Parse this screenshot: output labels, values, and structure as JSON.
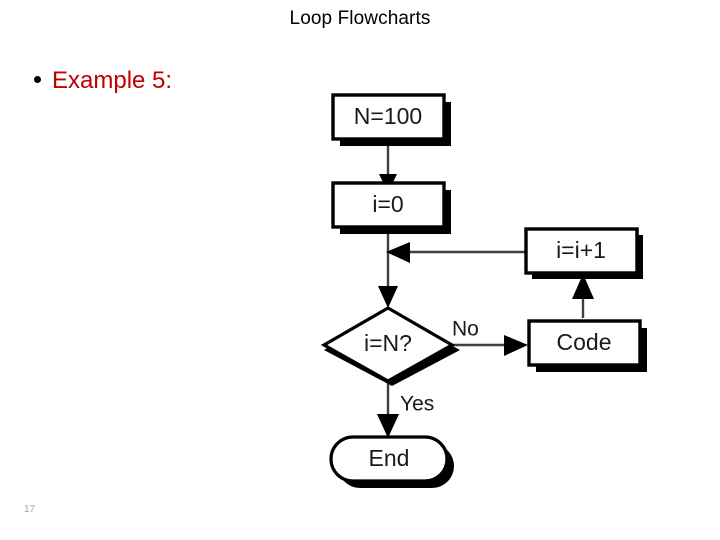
{
  "slide": {
    "title": "Loop Flowcharts",
    "page_number": "17",
    "title_color": "#000000",
    "background_color": "#ffffff"
  },
  "body": {
    "bullet_glyph": "bullet-dot",
    "bullet_text": "Example 5:",
    "bullet_text_color": "#c00000"
  },
  "flowchart": {
    "name": "loop-flowchart-example-5",
    "shape_fill": "#ffffff",
    "shape_stroke": "#000000",
    "shadow_color": "#000000",
    "connector_color": "#3f3f3f",
    "nodes": [
      {
        "id": "init-n",
        "type": "process",
        "label": "N=100"
      },
      {
        "id": "init-i",
        "type": "process",
        "label": "i=0"
      },
      {
        "id": "condition",
        "type": "decision",
        "label": "i=N?"
      },
      {
        "id": "increment",
        "type": "process",
        "label": "i=i+1"
      },
      {
        "id": "code",
        "type": "process",
        "label": "Code"
      },
      {
        "id": "end",
        "type": "terminator",
        "label": "End"
      }
    ],
    "edges": [
      {
        "from": "init-n",
        "to": "init-i",
        "label": ""
      },
      {
        "from": "init-i",
        "to": "condition",
        "label": ""
      },
      {
        "from": "condition",
        "to": "code",
        "label": "No"
      },
      {
        "from": "condition",
        "to": "end",
        "label": "Yes"
      },
      {
        "from": "code",
        "to": "increment",
        "label": ""
      },
      {
        "from": "increment",
        "to": "init-i",
        "label": ""
      }
    ],
    "branch_labels": {
      "no": "No",
      "yes": "Yes"
    }
  }
}
